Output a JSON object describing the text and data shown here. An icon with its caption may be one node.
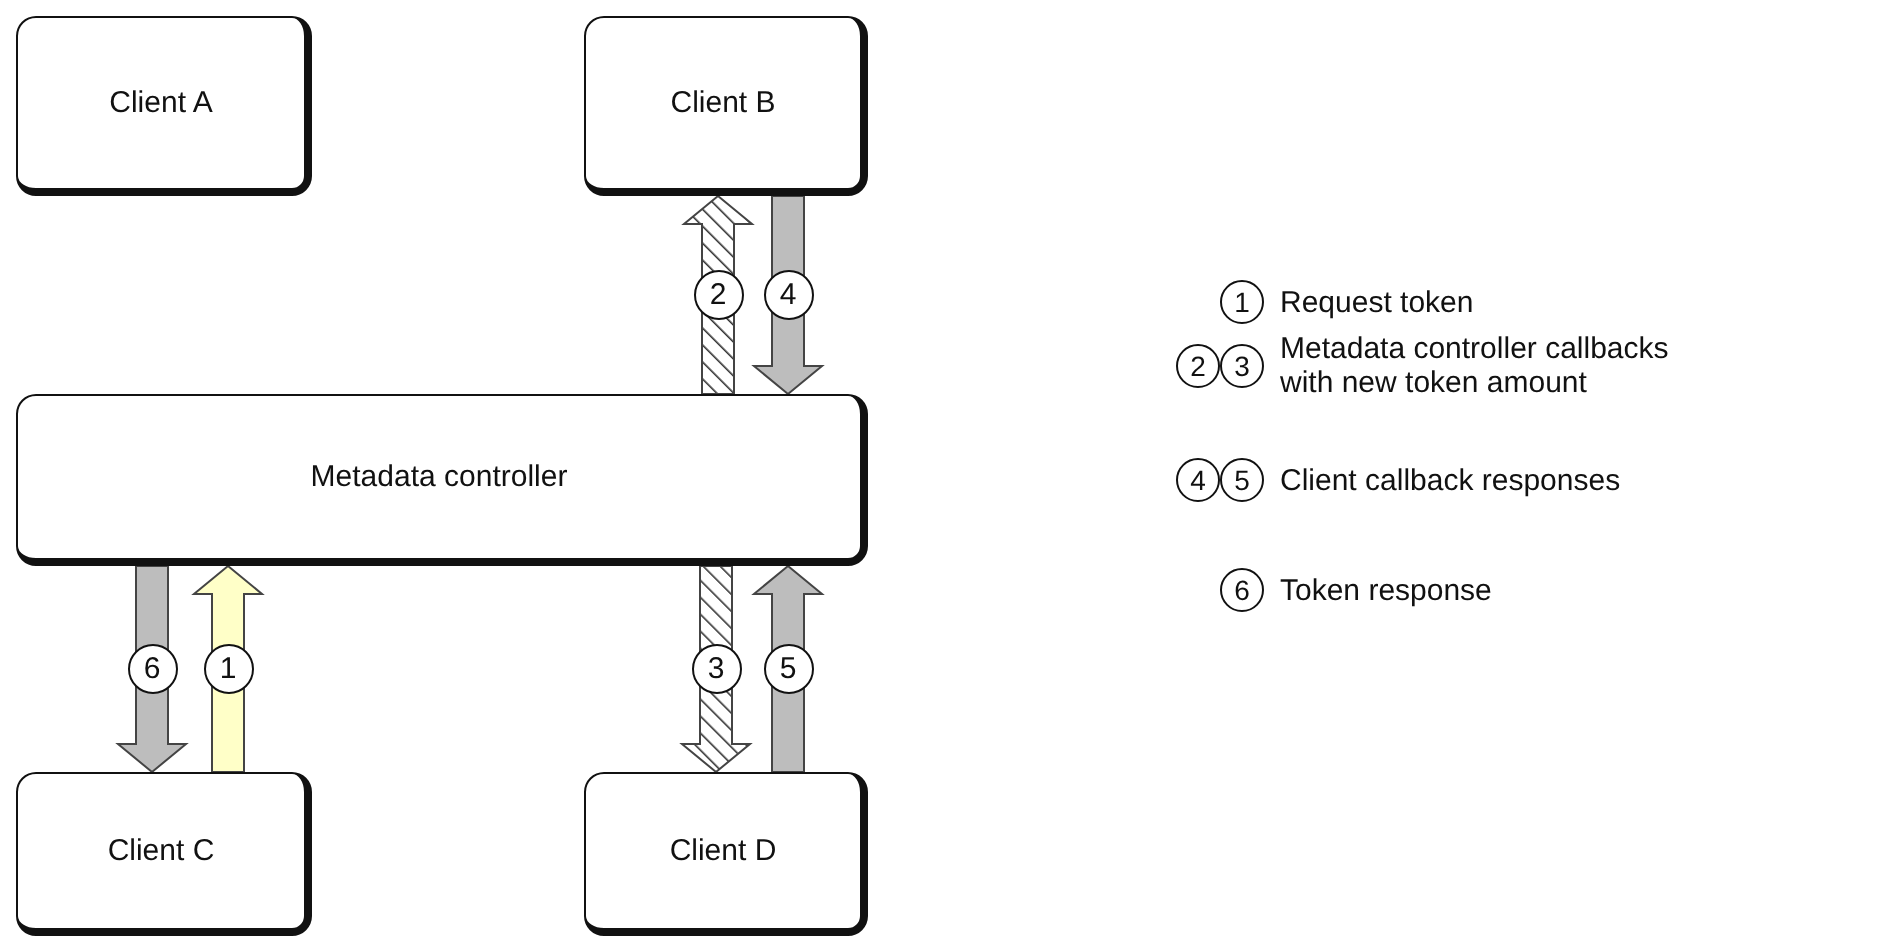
{
  "diagram": {
    "nodes": [
      {
        "text": [
          "Client A"
        ]
      },
      {
        "text": [
          "Client B"
        ]
      },
      {
        "text": [
          "Metadata controller"
        ]
      },
      {
        "text": [
          "Client C"
        ]
      },
      {
        "text": [
          "Client D"
        ]
      }
    ],
    "edges": [
      {
        "from": 3,
        "to": 2,
        "arrow": "to",
        "label": "1",
        "color": "#ffffc8"
      },
      {
        "from": 2,
        "to": 1,
        "arrow": "to",
        "label": "2",
        "style": "dashed"
      },
      {
        "from": 2,
        "to": 4,
        "arrow": "to",
        "label": "3",
        "style": "dashed"
      },
      {
        "from": 1,
        "to": 2,
        "arrow": "to",
        "label": "4"
      },
      {
        "from": 4,
        "to": 2,
        "arrow": "to",
        "label": "5"
      },
      {
        "from": 2,
        "to": 3,
        "arrow": "to",
        "label": "6"
      }
    ],
    "labels": [
      "1",
      "2",
      "3",
      "4",
      "5",
      "6"
    ],
    "legend": [
      {
        "text": "Request token"
      },
      {
        "text": "Metadata controller callbacks with new token amount"
      },
      {
        "text": "Client callback responses"
      },
      {
        "text": "Token response"
      }
    ]
  }
}
